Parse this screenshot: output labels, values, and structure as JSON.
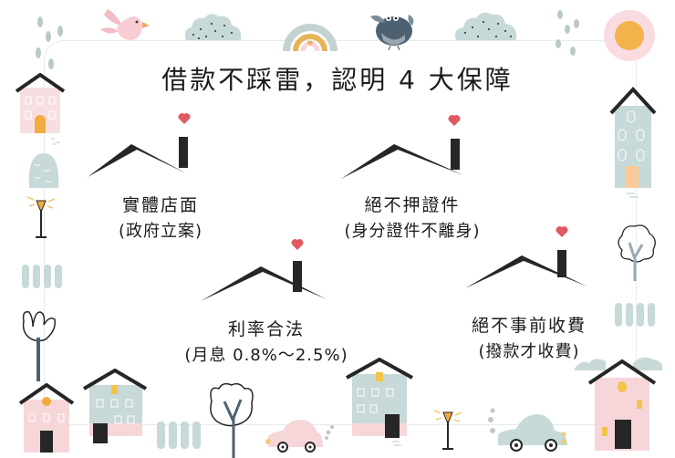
{
  "title": "借款不踩雷，認明 4 大保障",
  "features": [
    {
      "label": "實體店面",
      "sub": "(政府立案)"
    },
    {
      "label": "絕不押證件",
      "sub": "(身分證件不離身)"
    },
    {
      "label": "利率合法",
      "sub": "(月息 0.8%～2.5%)"
    },
    {
      "label": "絕不事前收費",
      "sub": "(撥款才收費)"
    }
  ],
  "colors": {
    "heart": "#e05a60",
    "roof": "#262626",
    "pink": "#f7d6da",
    "blue_grey": "#c7d9d8",
    "dark_slate": "#4e6170",
    "sun": "#f2b34a",
    "sun_petals": "#fadbe0",
    "door_orange": "#f2ab3c"
  }
}
